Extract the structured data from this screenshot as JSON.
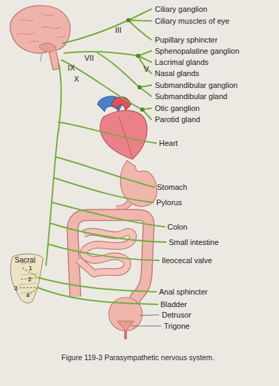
{
  "diagram": {
    "caption": "Figure 119-3 Parasympathetic nervous system.",
    "labels": [
      "Ciliary ganglion",
      "Ciliary muscles of eye",
      "III",
      "Pupillary sphincter",
      "Sphenopalatine ganglion",
      "VII",
      "IX",
      "V",
      "Lacrimal glands",
      "Nasal glands",
      "X",
      "Submandibular ganglion",
      "Submandibular gland",
      "Otic ganglion",
      "Parotid gland",
      "Heart",
      "Stomach",
      "Pylorus",
      "Colon",
      "Small intestine",
      "Ileocecal valve",
      "Sacral",
      "1",
      "2",
      "3",
      "4",
      "Anal sphincter",
      "Bladder",
      "Detrusor",
      "Trigone"
    ]
  }
}
